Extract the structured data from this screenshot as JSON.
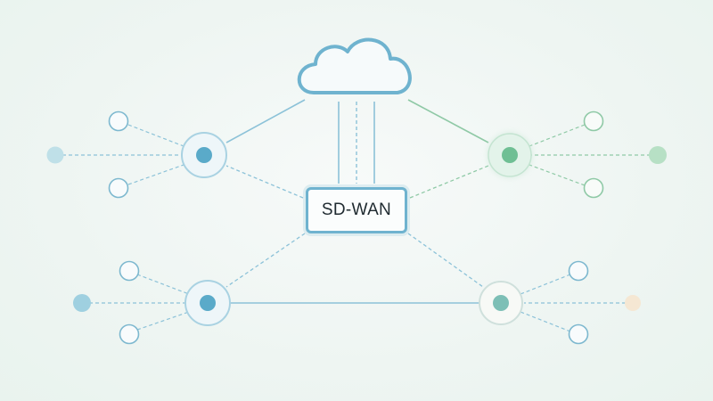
{
  "diagram": {
    "center_label": "SD-WAN",
    "colors": {
      "blue": "#6fb3cf",
      "blue_fill": "#5aaac9",
      "green": "#8fcca8",
      "green_fill": "#6fbf94",
      "teal": "#7dbfb6",
      "cream": "#f5e7d3"
    },
    "nodes": [
      {
        "id": "cloud",
        "kind": "cloud"
      },
      {
        "id": "sdwan",
        "kind": "hub"
      },
      {
        "id": "site-top-left",
        "kind": "site",
        "color": "blue"
      },
      {
        "id": "site-top-right",
        "kind": "site",
        "color": "green"
      },
      {
        "id": "site-bottom-left",
        "kind": "site",
        "color": "blue"
      },
      {
        "id": "site-bottom-right",
        "kind": "site",
        "color": "teal"
      }
    ],
    "links": [
      {
        "from": "cloud",
        "to": "site-top-left",
        "style": "solid"
      },
      {
        "from": "cloud",
        "to": "site-top-right",
        "style": "solid"
      },
      {
        "from": "cloud",
        "to": "sdwan",
        "style": "solid-and-dashed"
      },
      {
        "from": "sdwan",
        "to": "site-top-left",
        "style": "dashed"
      },
      {
        "from": "sdwan",
        "to": "site-top-right",
        "style": "dashed"
      },
      {
        "from": "sdwan",
        "to": "site-bottom-left",
        "style": "dashed"
      },
      {
        "from": "sdwan",
        "to": "site-bottom-right",
        "style": "dashed"
      },
      {
        "from": "site-bottom-left",
        "to": "site-bottom-right",
        "style": "solid"
      }
    ]
  }
}
